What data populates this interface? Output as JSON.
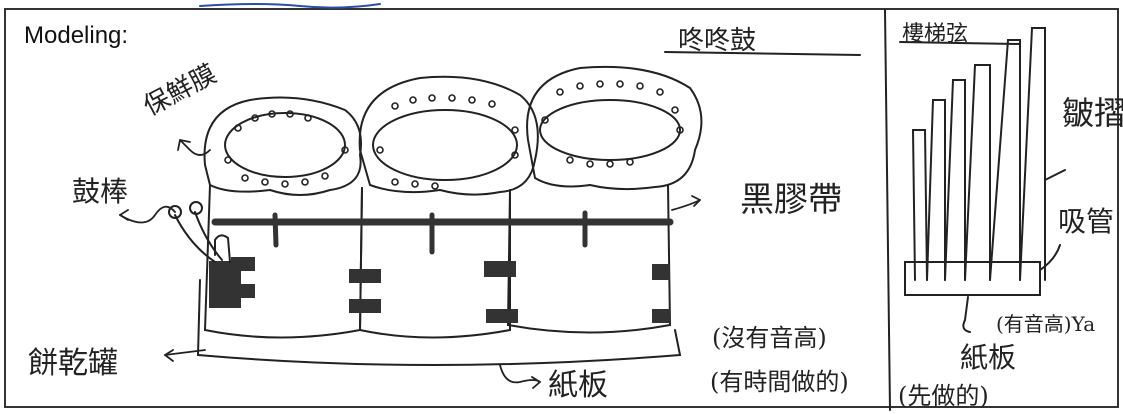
{
  "heading": "Modeling:",
  "drum_section": {
    "title": "咚咚鼓",
    "labels": {
      "plastic_wrap": "保鮮膜",
      "drumstick": "鼓棒",
      "black_tape": "黑膠帶",
      "cookie_tin": "餅乾罐",
      "cardboard": "紙板",
      "no_pitch": "(沒有音高)",
      "time_made": "(有時間做的)"
    }
  },
  "pipe_section": {
    "title": "樓梯弦",
    "labels": {
      "pleats": "皺摺",
      "straw": "吸管",
      "has_pitch": "(有音高)Ya",
      "cardboard": "紙板",
      "made_first": "(先做的)"
    }
  },
  "colors": {
    "ink": "#222222",
    "tape": "#333333"
  }
}
